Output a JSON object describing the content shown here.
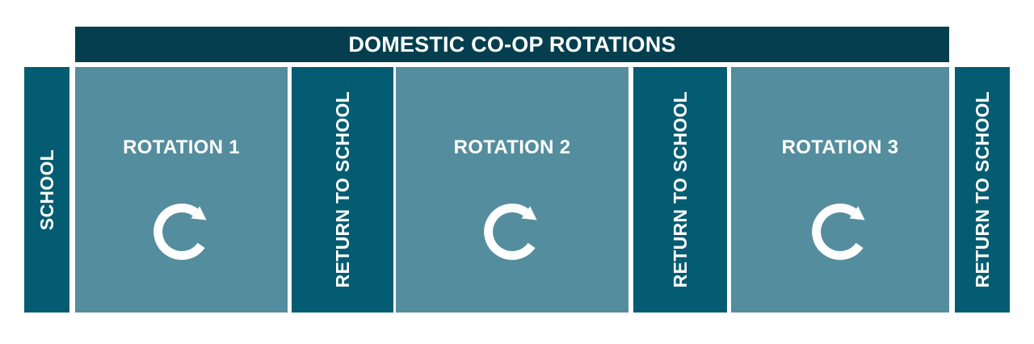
{
  "colors": {
    "header_bg": "#053F4F",
    "bar_bg": "#045C72",
    "block_bg": "#548D9E",
    "text": "#FFFFFF"
  },
  "header": {
    "title": "DOMESTIC CO-OP ROTATIONS"
  },
  "sequence": [
    {
      "type": "bar",
      "label": "SCHOOL"
    },
    {
      "type": "rotation",
      "label": "ROTATION 1",
      "icon": "rotate-clockwise-icon"
    },
    {
      "type": "bar",
      "label": "RETURN TO SCHOOL"
    },
    {
      "type": "rotation",
      "label": "ROTATION 2",
      "icon": "rotate-clockwise-icon"
    },
    {
      "type": "bar",
      "label": "RETURN TO SCHOOL"
    },
    {
      "type": "rotation",
      "label": "ROTATION 3",
      "icon": "rotate-clockwise-icon"
    },
    {
      "type": "bar",
      "label": "RETURN TO SCHOOL"
    }
  ]
}
